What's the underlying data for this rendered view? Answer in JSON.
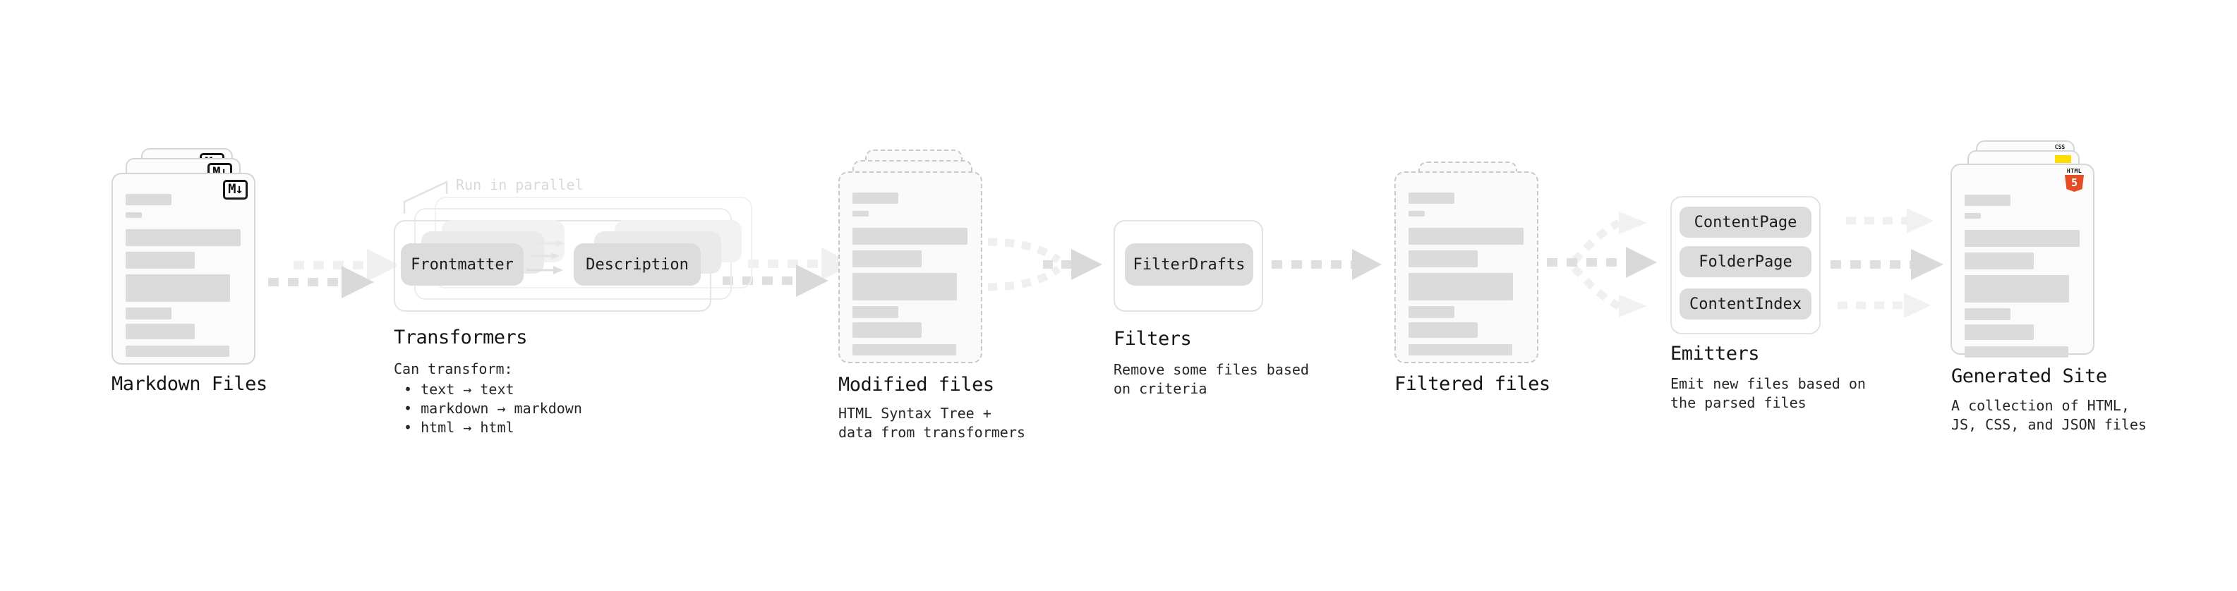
{
  "stages": {
    "markdown_files": {
      "title": "Markdown Files",
      "badge": "M↓"
    },
    "transformers": {
      "title": "Transformers",
      "parallel_note": "Run in parallel",
      "pill_frontmatter": "Frontmatter",
      "pill_description": "Description",
      "caption_heading": "Can transform:",
      "bullets": [
        "• text → text",
        "• markdown → markdown",
        "• html → html"
      ]
    },
    "modified_files": {
      "title": "Modified files",
      "caption_line1": "HTML Syntax Tree +",
      "caption_line2": "data from transformers"
    },
    "filters": {
      "title": "Filters",
      "pill": "FilterDrafts",
      "caption_line1": "Remove some files based",
      "caption_line2": "on criteria"
    },
    "filtered_files": {
      "title": "Filtered files"
    },
    "emitters": {
      "title": "Emitters",
      "pills": [
        "ContentPage",
        "FolderPage",
        "ContentIndex"
      ],
      "caption_line1": "Emit new files based on",
      "caption_line2": "the parsed files"
    },
    "generated_site": {
      "title": "Generated Site",
      "caption_line1": "A collection of HTML,",
      "caption_line2": "JS, CSS, and JSON files",
      "badge_html_label": "HTML",
      "badge_html_number": "5",
      "badge_css": "CSS"
    }
  },
  "colors": {
    "html5_orange": "#e44d26",
    "js_yellow": "#ffdd00",
    "css_blue": "#2965f1",
    "arrow_dark": "#dfdfdf",
    "arrow_light": "#f0f0f0",
    "doc_border": "#d6d6d6",
    "pill_fill": "#dcdcdc"
  }
}
